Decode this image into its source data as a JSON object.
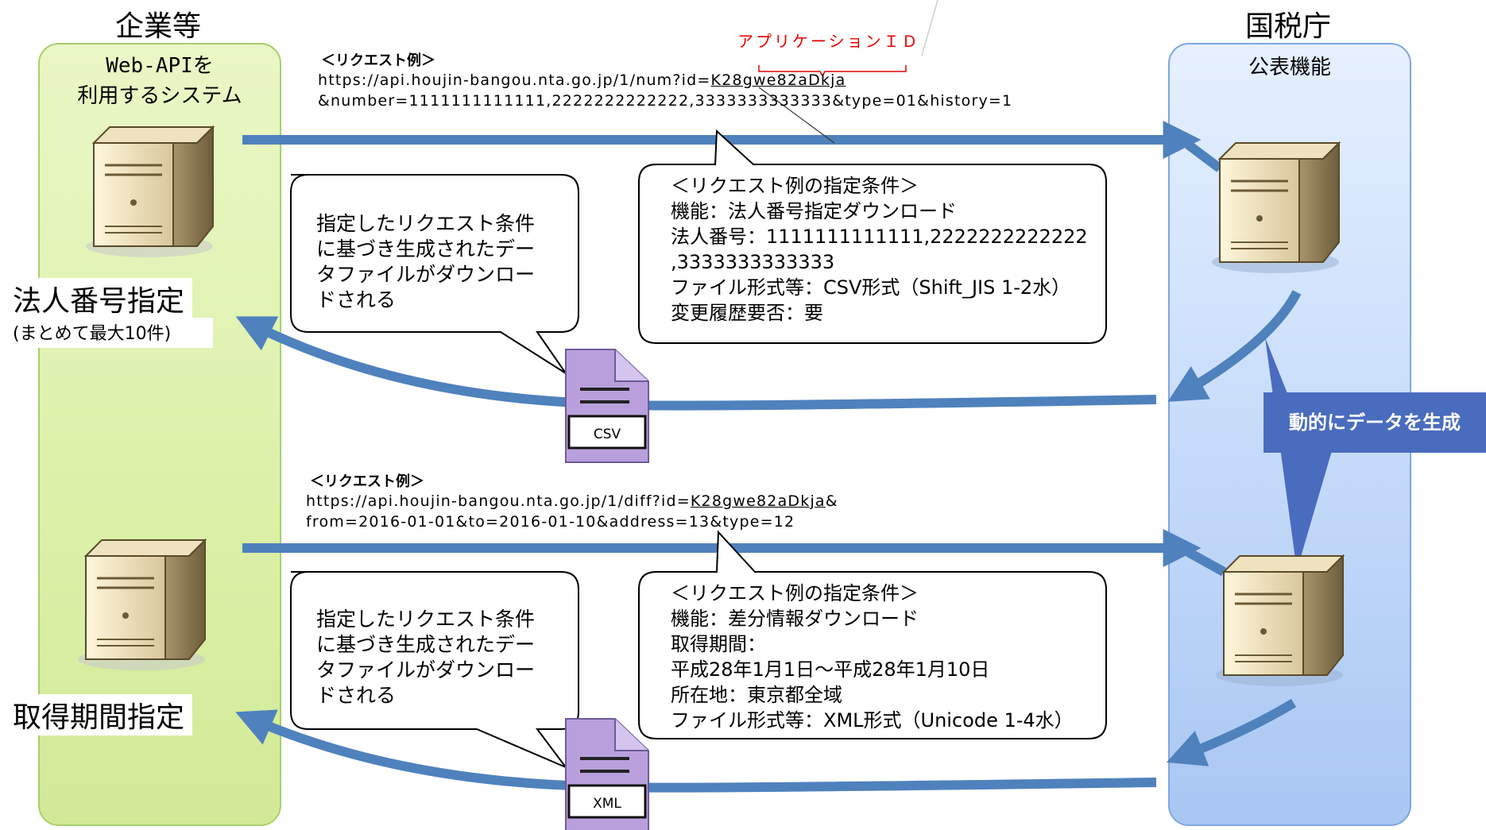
{
  "left_column": {
    "title": "企業等",
    "panel_line1": "Web-APIを",
    "panel_line2": "利用するシステム"
  },
  "right_column": {
    "title": "国税庁",
    "panel_label": "公表機能"
  },
  "annotation_app_id": "アプリケーションＩＤ",
  "request1": {
    "label": "＜リクエスト例＞",
    "line1_prefix": "https://api.houjin-bangou.nta.go.jp/1/num?id=",
    "line1_id": "K28gwe82aDkja",
    "line2": "&number=1111111111111,2222222222222,3333333333333&type=01&history=1",
    "callout_lines": [
      "指定したリクエスト条件",
      "に基づき生成されたデー",
      "タファイルがダウンロー",
      "ドされる"
    ],
    "condition_lines": [
      "＜リクエスト例の指定条件＞",
      "機能：法人番号指定ダウンロード",
      "法人番号：1111111111111,2222222222222",
      ",3333333333333",
      "ファイル形式等：CSV形式（Shift_JIS 1-2水）",
      "変更履歴要否：要"
    ],
    "file_type": "CSV",
    "side_label": "法人番号指定",
    "side_sublabel": "(まとめて最大10件)"
  },
  "request2": {
    "label": "＜リクエスト例＞",
    "line1_prefix": "https://api.houjin-bangou.nta.go.jp/1/diff?id=",
    "line1_id": "K28gwe82aDkja",
    "line1_suffix": "&",
    "line2": "from=2016-01-01&to=2016-01-10&address=13&type=12",
    "callout_lines": [
      "指定したリクエスト条件",
      "に基づき生成されたデー",
      "タファイルがダウンロー",
      "ドされる"
    ],
    "condition_lines": [
      "＜リクエスト例の指定条件＞",
      "機能：差分情報ダウンロード",
      "取得期間：",
      "平成28年1月1日～平成28年1月10日",
      "所在地：東京都全域",
      "ファイル形式等：XML形式（Unicode 1-4水）"
    ],
    "file_type": "XML",
    "side_label": "取得期間指定"
  },
  "dynamic_label": "動的にデータを生成",
  "colors": {
    "arrow": "#4f81bd",
    "left_panel": "#dcf0a8",
    "right_panel": "#c7dcfa",
    "file_icon": "#b9a0dd",
    "dynamic_box": "#4a6cbf",
    "red_annotation": "#e60000"
  },
  "icons": [
    "server-icon",
    "file-icon",
    "arrow-right",
    "arrow-left"
  ]
}
